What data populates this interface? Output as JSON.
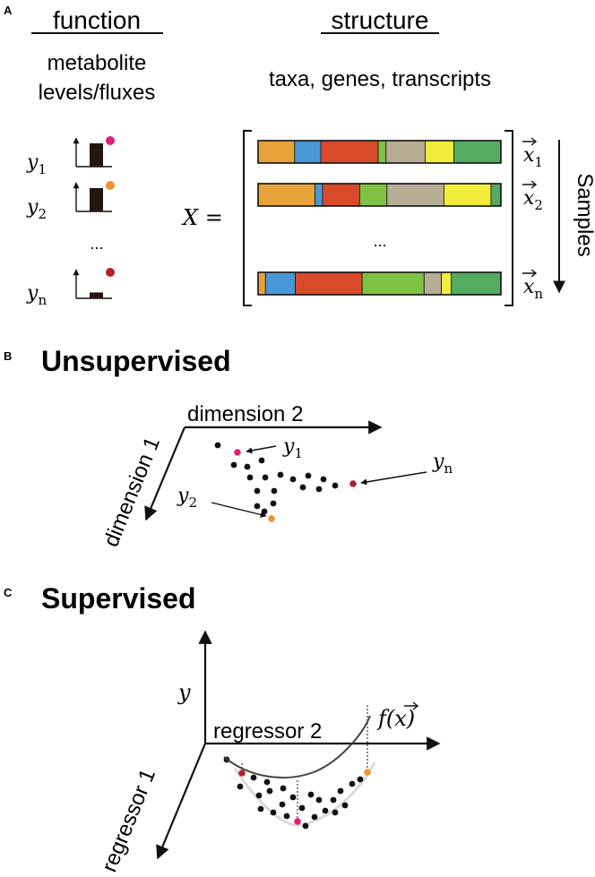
{
  "panel_a": {
    "letter": "A",
    "function_header": "function",
    "function_sub_line1": "metabolite",
    "function_sub_line2": "levels/fluxes",
    "structure_header": "structure",
    "structure_sub": "taxa, genes, transcripts",
    "y_labels": [
      {
        "base": "y",
        "sub": "1"
      },
      {
        "base": "y",
        "sub": "2"
      },
      {
        "base": "y",
        "sub": "n"
      }
    ],
    "y_ellipsis": "...",
    "bar_levels": [
      1.0,
      1.0,
      0.25
    ],
    "dot_colors": [
      "#e01e7a",
      "#f0932b",
      "#b3202a"
    ],
    "matrix_label": "X =",
    "x_labels": [
      {
        "base": "x",
        "sub": "1"
      },
      {
        "base": "x",
        "sub": "2"
      },
      {
        "base": "x",
        "sub": "n"
      }
    ],
    "matrix_ellipsis": "...",
    "samples_label": "Samples",
    "segment_colors": [
      "#e8a23a",
      "#4a97d6",
      "#d94a2b",
      "#7fc241",
      "#b7ac94",
      "#f2ec3a",
      "#54ab62"
    ],
    "rows": [
      [
        0.14,
        0.1,
        0.22,
        0.03,
        0.15,
        0.11,
        0.18
      ],
      [
        0.23,
        0.03,
        0.15,
        0.11,
        0.23,
        0.19,
        0.04
      ],
      [
        0.03,
        0.12,
        0.27,
        0.25,
        0.07,
        0.04,
        0.2
      ]
    ]
  },
  "panel_b": {
    "letter": "B",
    "title": "Unsupervised",
    "axis_x_label": "dimension 2",
    "axis_y_label": "dimension 1",
    "annotations": [
      {
        "base": "y",
        "sub": "1"
      },
      {
        "base": "y",
        "sub": "2"
      },
      {
        "base": "y",
        "sub": "n"
      }
    ],
    "highlight_colors": [
      "#e01e7a",
      "#f0932b",
      "#b3202a"
    ]
  },
  "panel_c": {
    "letter": "C",
    "title": "Supervised",
    "axis_up_label": "y",
    "axis_x_label": "regressor 2",
    "axis_y_label": "regressor 1",
    "function_label": "f(x)",
    "highlight_colors": [
      "#b3202a",
      "#e01e7a",
      "#f0932b"
    ]
  }
}
